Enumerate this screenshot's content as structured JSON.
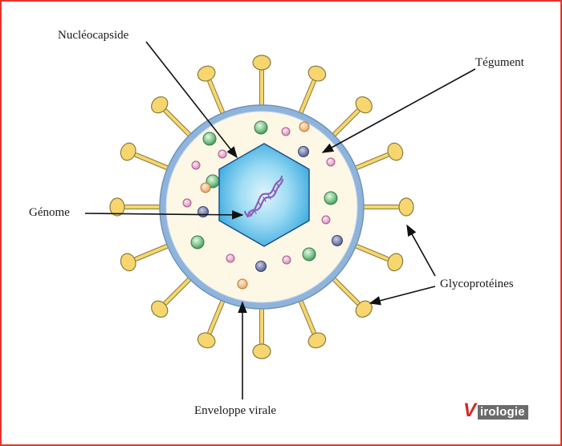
{
  "labels": {
    "nucleocapside": "Nucléocapside",
    "tegument": "Tégument",
    "genome": "Génome",
    "glycoproteines": "Glycoprotéines",
    "enveloppe": "Enveloppe virale"
  },
  "logo": {
    "mark": "V",
    "text": "irologie"
  },
  "colors": {
    "frame": "#e8322b",
    "envelope": "#8fb4dc",
    "tegument": "#fdf7e6",
    "capsid_center": "#bfe8f8",
    "capsid_edge": "#2fa8df",
    "glycoprotein": "#f7d66f",
    "glycoprotein_stroke": "#8a7a3a",
    "dna": "#8a5fb8",
    "particle_green": "#7bc58a",
    "particle_pink": "#e7a9cf",
    "particle_orange": "#f2bd83",
    "particle_slate": "#6f79a6"
  }
}
